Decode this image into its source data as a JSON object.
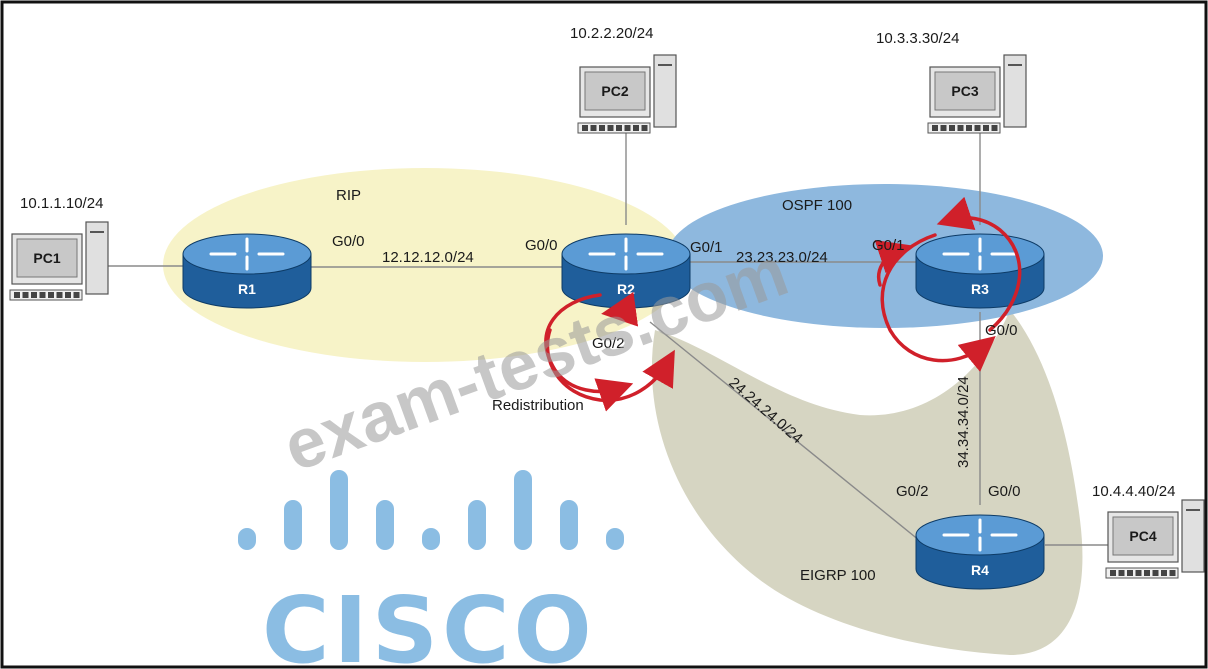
{
  "colors": {
    "rip_zone": "#f7f3c8",
    "ospf_zone": "#8eb8de",
    "eigrp_zone": "#d6d5c2",
    "router_top": "#5b9bd5",
    "router_body": "#1f5e9b",
    "arrow": "#d0202a",
    "cisco": "#8bbde3",
    "link": "#8a8a8a"
  },
  "zones": {
    "rip": "RIP",
    "ospf": "OSPF 100",
    "eigrp": "EIGRP 100",
    "redistribution": "Redistribution"
  },
  "routers": {
    "r1": "R1",
    "r2": "R2",
    "r3": "R3",
    "r4": "R4"
  },
  "pcs": {
    "pc1": {
      "name": "PC1",
      "ip": "10.1.1.10/24"
    },
    "pc2": {
      "name": "PC2",
      "ip": "10.2.2.20/24"
    },
    "pc3": {
      "name": "PC3",
      "ip": "10.3.3.30/24"
    },
    "pc4": {
      "name": "PC4",
      "ip": "10.4.4.40/24"
    }
  },
  "interfaces": {
    "r1_g00": "G0/0",
    "r2_g00": "G0/0",
    "r2_g01": "G0/1",
    "r2_g02": "G0/2",
    "r3_g01": "G0/1",
    "r3_g00": "G0/0",
    "r4_g02": "G0/2",
    "r4_g00": "G0/0"
  },
  "subnets": {
    "r1_r2": "12.12.12.0/24",
    "r2_r3": "23.23.23.0/24",
    "r2_r4": "24.24.24.0/24",
    "r3_r4": "34.34.34.0/24"
  },
  "watermark": "exam-tests.com",
  "logo": {
    "wordmark": "CISCO",
    "icon": "cisco-bridge-icon"
  }
}
